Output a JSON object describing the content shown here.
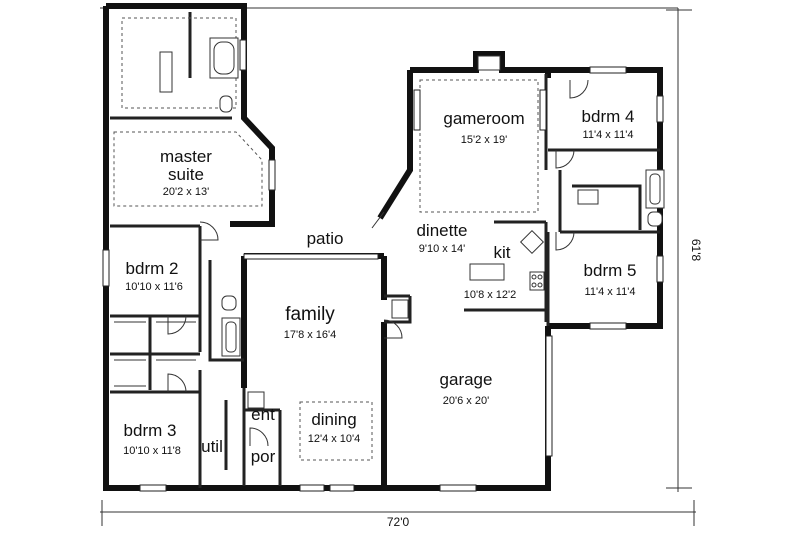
{
  "rooms": {
    "master_suite": {
      "name_line1": "master",
      "name_line2": "suite",
      "size": "20'2 x 13'"
    },
    "gameroom": {
      "name": "gameroom",
      "size": "15'2 x 19'"
    },
    "bdrm4": {
      "name": "bdrm 4",
      "size": "11'4 x 11'4"
    },
    "patio": {
      "name": "patio"
    },
    "dinette": {
      "name": "dinette",
      "size": "9'10 x 14'"
    },
    "kit": {
      "name": "kit",
      "size": "10'8 x 12'2"
    },
    "bdrm5": {
      "name": "bdrm 5",
      "size": "11'4 x 11'4"
    },
    "bdrm2": {
      "name": "bdrm 2",
      "size": "10'10 x 11'6"
    },
    "family": {
      "name": "family",
      "size": "17'8 x 16'4"
    },
    "garage": {
      "name": "garage",
      "size": "20'6 x 20'"
    },
    "bdrm3": {
      "name": "bdrm 3",
      "size": "10'10 x 11'8"
    },
    "ent": {
      "name": "ent"
    },
    "dining": {
      "name": "dining",
      "size": "12'4 x 10'4"
    },
    "util": {
      "name": "util"
    },
    "por": {
      "name": "por"
    }
  },
  "dimensions": {
    "width": "72'0",
    "depth": "61'8"
  }
}
